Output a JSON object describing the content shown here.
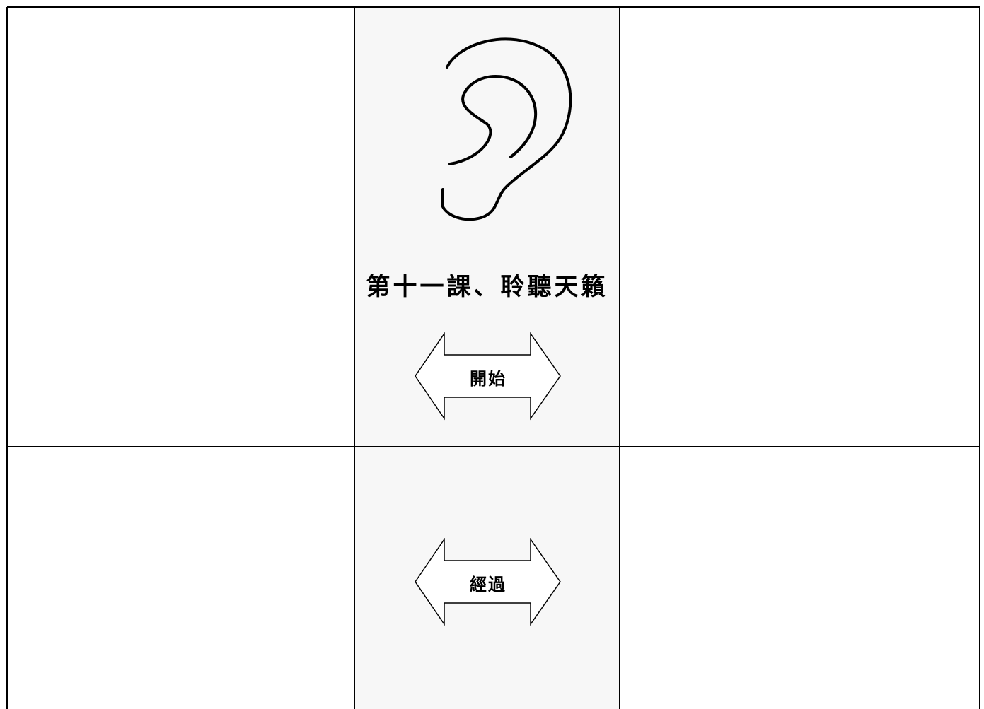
{
  "title": "第十一課、聆聽天籟",
  "arrows": {
    "start_label": "開始",
    "process_label": "經過"
  },
  "icons": {
    "ear": "ear-icon",
    "arrow": "double-arrow-icon"
  },
  "colors": {
    "line": "#000000",
    "center_column_bg": "#f7f7f7",
    "page_bg": "#ffffff"
  }
}
